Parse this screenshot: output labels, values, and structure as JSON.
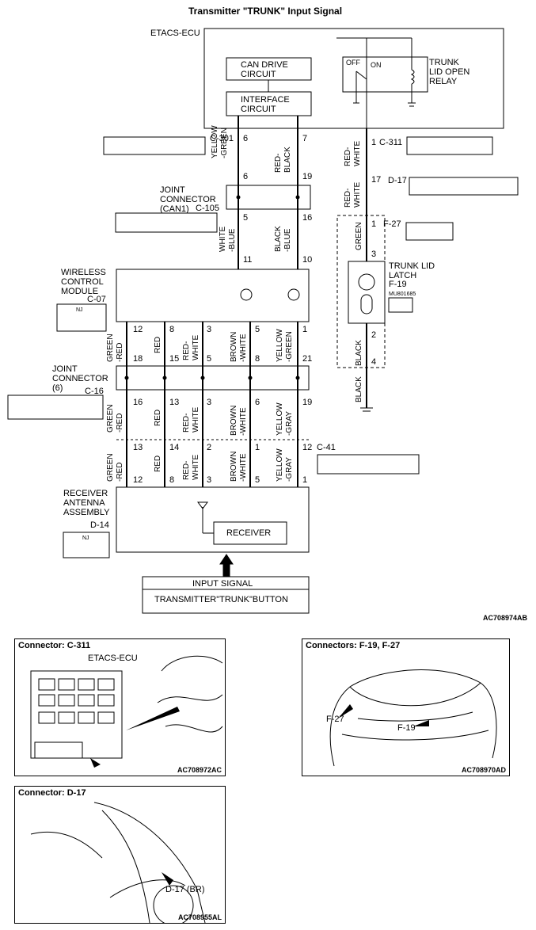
{
  "title": "Transmitter \"TRUNK\" Input Signal",
  "figure_code": "AC708974AB",
  "etacs": {
    "label": "ETACS-ECU",
    "can_drive": "CAN DRIVE\nCIRCUIT",
    "interface": "INTERFACE\nCIRCUIT",
    "relay_label": "TRUNK\nLID OPEN\nRELAY",
    "off": "OFF",
    "on": "ON"
  },
  "connectors": {
    "c301": "C-301",
    "c311": "C-311",
    "d17": "D-17",
    "f27": "F-27",
    "c105": "C-105",
    "c07": "C-07",
    "c16": "C-16",
    "c41": "C-41",
    "d14": "D-14",
    "f19": "F-19",
    "mu": "MU801685",
    "nj": "NJ"
  },
  "joint1": "JOINT\nCONNECTOR\n(CAN1)",
  "joint2": "JOINT\nCONNECTOR\n(6)",
  "wireless": "WIRELESS\nCONTROL\nMODULE",
  "latch": "TRUNK LID\nLATCH",
  "receiver_assembly": "RECEIVER\nANTENNA\nASSEMBLY",
  "receiver": "RECEIVER",
  "input_signal": "INPUT SIGNAL",
  "transmitter_button": "TRANSMITTER\"TRUNK\"BUTTON",
  "wires": {
    "yellow_green": "YELLOW\n-GREEN",
    "red_black": "RED-\nBLACK",
    "red_white": "RED-\nWHITE",
    "white_blue": "WHITE\n-BLUE",
    "black_blue": "BLACK\n-BLUE",
    "green": "GREEN",
    "black": "BLACK",
    "green_red": "GREEN\n-RED",
    "red": "RED",
    "brown_white": "BROWN\n-WHITE",
    "yellow_gray": "YELLOW\n-GRAY"
  },
  "pins": {
    "p6": "6",
    "p7": "7",
    "p19": "19",
    "p1": "1",
    "p17": "17",
    "p5": "5",
    "p16": "16",
    "p11": "11",
    "p10": "10",
    "p3": "3",
    "p2": "2",
    "p4": "4",
    "p12": "12",
    "p8": "8",
    "p18": "18",
    "p15": "15",
    "p21": "21",
    "p13": "13",
    "p14": "14"
  },
  "photos": [
    {
      "caption": "Connector: C-311",
      "sub": "ETACS-ECU",
      "code": "AC708972AC"
    },
    {
      "caption": "Connectors: F-19, F-27",
      "code": "AC708970AD",
      "l1": "F-27",
      "l2": "F-19"
    },
    {
      "caption": "Connector: D-17",
      "code": "AC708955AL",
      "l1": "D-17 (BR)"
    }
  ]
}
